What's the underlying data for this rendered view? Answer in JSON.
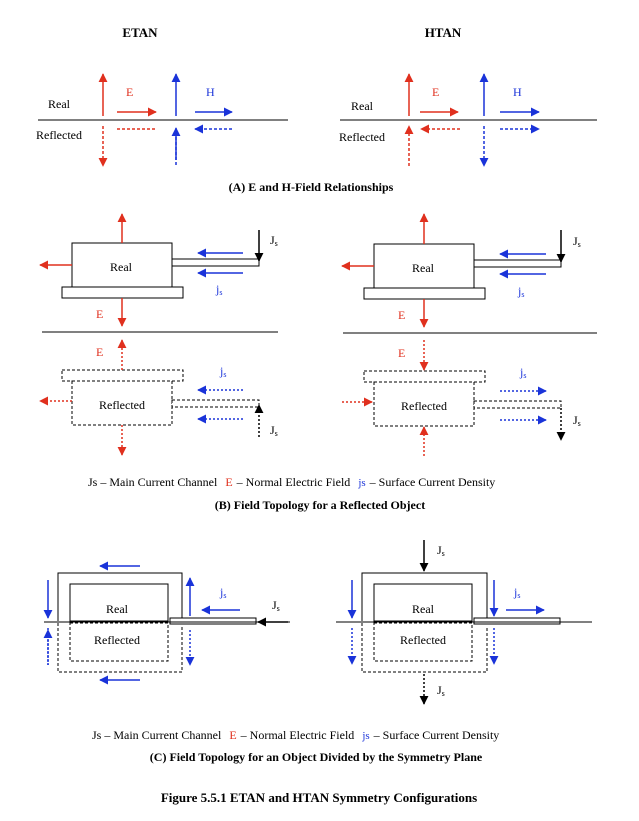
{
  "headers": {
    "etan": "ETAN",
    "htan": "HTAN"
  },
  "section_a": {
    "real": "Real",
    "reflected": "Reflected",
    "e": "E",
    "h": "H",
    "caption": "(A) E and H-Field Relationships"
  },
  "section_b": {
    "real": "Real",
    "reflected": "Reflected",
    "e": "E",
    "js_main": "J",
    "js_surface": "j",
    "sub": "s",
    "legend": {
      "js_text": "Js – Main Current Channel",
      "e_letter": "E",
      "e_text": "– Normal Electric Field",
      "js_small": "js",
      "js_small_text": "– Surface Current Density"
    },
    "caption": "(B) Field Topology for a Reflected Object"
  },
  "section_c": {
    "real": "Real",
    "reflected": "Reflected",
    "js_main": "J",
    "js_surface": "j",
    "sub": "s",
    "legend": {
      "js_text": "Js – Main Current Channel",
      "e_letter": "E",
      "e_text": "– Normal Electric Field",
      "js_small": "js",
      "js_small_text": "– Surface Current Density"
    },
    "caption": "(C) Field Topology for an Object Divided by the Symmetry Plane"
  },
  "figure_title": "Figure 5.5.1   ETAN and HTAN Symmetry Configurations",
  "colors": {
    "red": "#e0301e",
    "blue": "#1a33d9",
    "black": "#000000"
  }
}
